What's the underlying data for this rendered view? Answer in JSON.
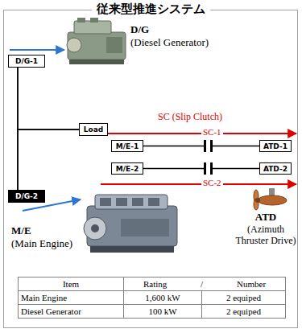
{
  "diagram": {
    "title": "従来型推進システム",
    "nodes": [
      {
        "text": [
          "D/G-1"
        ]
      },
      {
        "text": [
          "Load"
        ]
      },
      {
        "text": [
          "M/E-1"
        ]
      },
      {
        "text": [
          "ATD-1"
        ]
      },
      {
        "text": [
          "M/E-2"
        ]
      },
      {
        "text": [
          "ATD-2"
        ]
      },
      {
        "text": [
          "D/G-2"
        ]
      }
    ],
    "edges": [
      {
        "from": 0,
        "to": 6,
        "arrow": "none"
      },
      {
        "from": 0,
        "to": 1,
        "arrow": "none"
      },
      {
        "from": 6,
        "to": 1,
        "arrow": "none"
      },
      {
        "from": 2,
        "to": 3,
        "arrow": "none"
      },
      {
        "from": 4,
        "to": 5,
        "arrow": "none"
      }
    ],
    "labels": [
      "D/G",
      "(Diesel Generator)",
      "SC (Slip Clutch)",
      "SC-1",
      "SC-2",
      "ATD",
      "(Azimuth Thruster Drive)",
      "M/E",
      "(Main Engine)",
      "Item",
      "Rating",
      "/",
      "Number",
      "Main Engine",
      "1,600 kW",
      "2 equiped",
      "Diesel Generator",
      "100 kW",
      "2 equiped"
    ]
  }
}
